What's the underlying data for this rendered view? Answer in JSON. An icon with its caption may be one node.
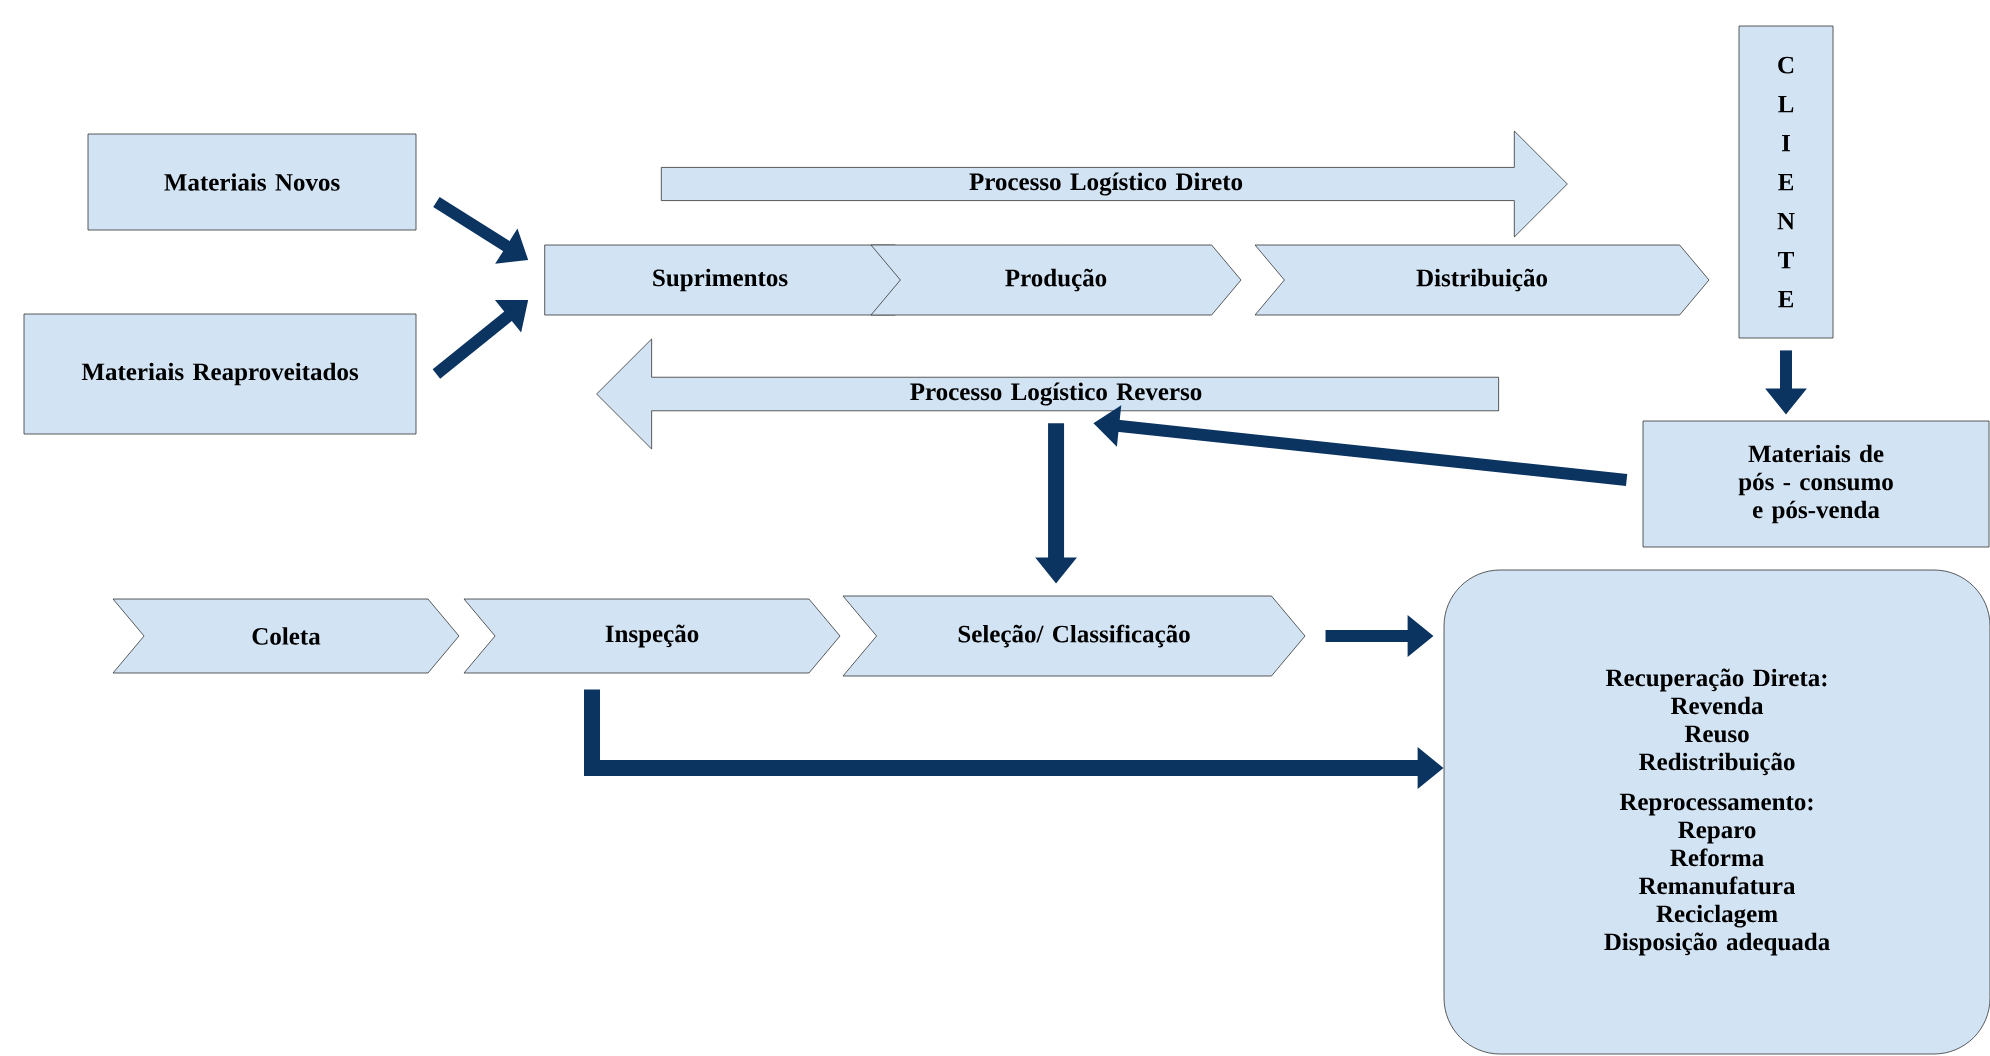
{
  "diagram": {
    "nodes": [
      {
        "text": [
          "Materiais Novos"
        ]
      },
      {
        "text": [
          "Materiais Reaproveitados"
        ]
      },
      {
        "text": [
          "Processo Logístico Direto"
        ]
      },
      {
        "text": [
          "Suprimentos"
        ]
      },
      {
        "text": [
          "Produção"
        ]
      },
      {
        "text": [
          "Distribuição"
        ]
      },
      {
        "text": [
          "CLIENTE"
        ]
      },
      {
        "text": [
          "Processo Logístico Reverso"
        ]
      },
      {
        "text": [
          "Materiais de pós - consumo e pós-venda"
        ]
      },
      {
        "text": [
          "Coleta"
        ]
      },
      {
        "text": [
          "Inspeção"
        ]
      },
      {
        "text": [
          "Seleção/ Classificação"
        ]
      },
      {
        "text": [
          "Recuperação Direta:",
          "Revenda",
          "Reuso",
          "Redistribuição",
          "Reprocessamento:",
          "Reparo",
          "Reforma",
          "Remanufatura",
          "Reciclagem",
          "Disposição adequada"
        ]
      }
    ],
    "edges": [
      {
        "from": 0,
        "to": 3,
        "arrow": "to"
      },
      {
        "from": 1,
        "to": 3,
        "arrow": "to"
      },
      {
        "from": 6,
        "to": 8,
        "arrow": "to"
      },
      {
        "from": 8,
        "to": 7,
        "arrow": "to"
      },
      {
        "from": 7,
        "to": 11,
        "arrow": "to"
      },
      {
        "from": 11,
        "to": 12,
        "arrow": "to"
      },
      {
        "from": 10,
        "to": 12,
        "arrow": "to"
      }
    ]
  }
}
